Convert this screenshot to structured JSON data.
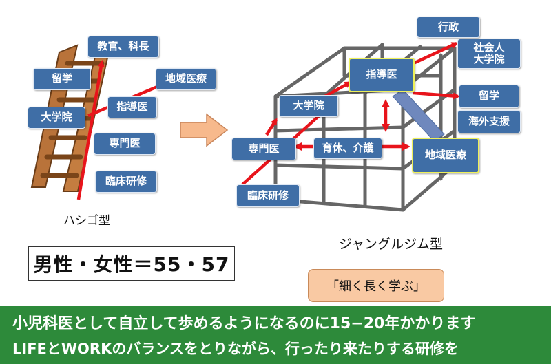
{
  "ladder_labels": {
    "kyokan": "教官、科長",
    "ryugaku": "留学",
    "chiiki": "地域医療",
    "daigakuin": "大学院",
    "shidoi": "指導医",
    "senmoni": "専門医",
    "rinsho": "臨床研修"
  },
  "ladder_caption": "ハシゴ型",
  "jungle_labels": {
    "gyosei": "行政",
    "shakaijin": "社会人\n大学院",
    "shidoi": "指導医",
    "daigakuin": "大学院",
    "ryugaku": "留学",
    "kaigai": "海外支援",
    "senmoni": "専門医",
    "ikukyu": "育休、介護",
    "chiiki": "地域医療",
    "rinsho": "臨床研修"
  },
  "jungle_caption": "ジャングルジム型",
  "ratio_text": "男性・女性＝55・57",
  "slogan_text": "「細く長く学ぶ」",
  "banner": {
    "line1": "小児科医として自立して歩めるようになるのに15−20年かかります",
    "line2": "LIFEとWORKのバランスをとりながら、行ったり来たりする研修を"
  },
  "colors": {
    "box_fill": "#3f6ea6",
    "highlight_border": "#eef05a",
    "arrow_red": "#e8141b",
    "banner_green": "#2d8a3a",
    "slogan_fill": "#f9c9a3",
    "transition_arrow_fill": "#f7b98c"
  }
}
